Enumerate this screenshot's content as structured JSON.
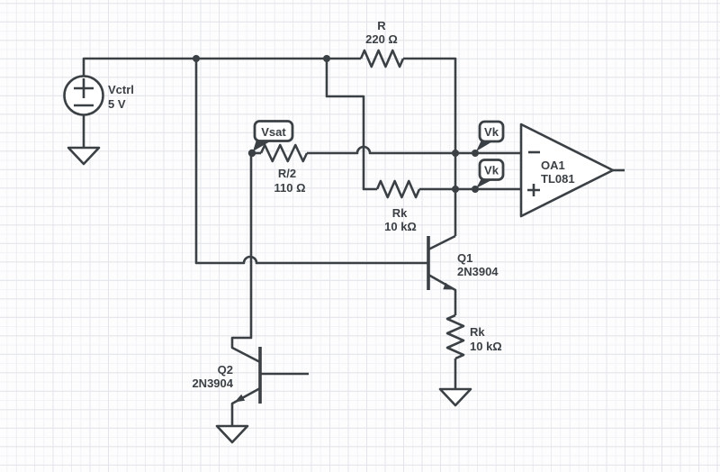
{
  "canvas": {
    "background": "#fdfdfe",
    "grid_major_color": "#e3e5ea",
    "grid_minor_color": "#f2f3f6",
    "stroke_color": "#3b4045"
  },
  "components": {
    "vctrl": {
      "type": "voltage-source",
      "ref": "Vctrl",
      "value": "5 V"
    },
    "r": {
      "type": "resistor",
      "ref": "R",
      "value": "220 Ω"
    },
    "r_half": {
      "type": "resistor",
      "ref": "R/2",
      "value": "110 Ω"
    },
    "rk_top": {
      "type": "resistor",
      "ref": "Rk",
      "value": "10 kΩ"
    },
    "rk_bottom": {
      "type": "resistor",
      "ref": "Rk",
      "value": "10 kΩ"
    },
    "q1": {
      "type": "npn-transistor",
      "ref": "Q1",
      "value": "2N3904"
    },
    "q2": {
      "type": "npn-transistor",
      "ref": "Q2",
      "value": "2N3904"
    },
    "oa1": {
      "type": "op-amp",
      "ref": "OA1",
      "value": "TL081"
    }
  },
  "probes": {
    "vsat": {
      "label": "Vsat"
    },
    "vk_top": {
      "label": "Vk"
    },
    "vk_bottom": {
      "label": "Vk"
    }
  }
}
